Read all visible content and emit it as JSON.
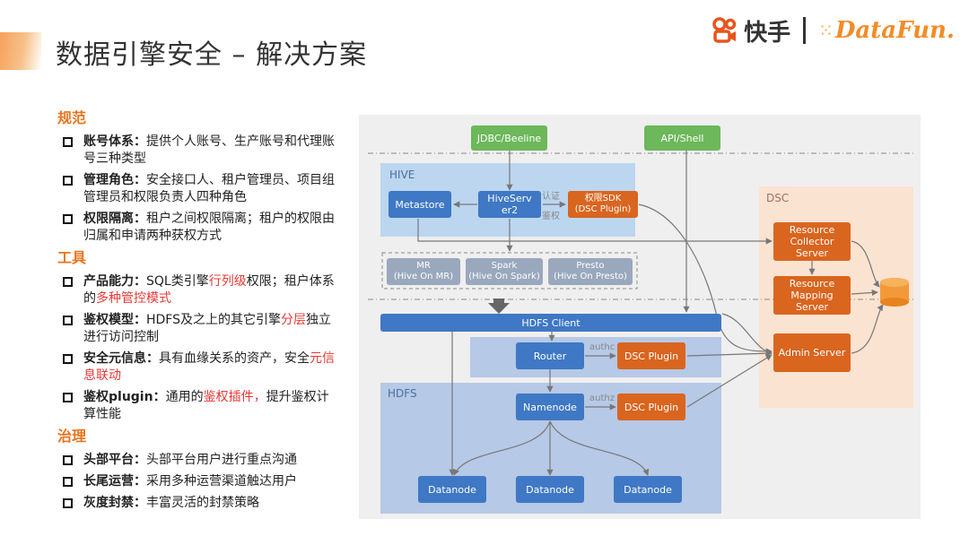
{
  "page": {
    "title": "数据引擎安全 – 解决方案"
  },
  "brand": {
    "kuaishou": "快手",
    "datafun": "DataFun."
  },
  "sections": [
    {
      "heading": "规范",
      "items": [
        {
          "label": "账号体系：",
          "text": [
            {
              "t": "提供个人账号、生产账号和代理账号三种类型"
            }
          ]
        },
        {
          "label": "管理角色：",
          "text": [
            {
              "t": "安全接口人、租户管理员、项目组管理员和权限负责人四种角色"
            }
          ]
        },
        {
          "label": "权限隔离：",
          "text": [
            {
              "t": "租户之间权限隔离；租户的权限由归属和申请两种获权方式"
            }
          ]
        }
      ]
    },
    {
      "heading": "工具",
      "items": [
        {
          "label": "产品能力：",
          "text": [
            {
              "t": "SQL类引擎"
            },
            {
              "t": "行列级",
              "red": true
            },
            {
              "t": "权限；租户体系的"
            },
            {
              "t": "多种管控模式",
              "red": true
            }
          ]
        },
        {
          "label": "鉴权模型：",
          "text": [
            {
              "t": "HDFS及之上的其它引擎"
            },
            {
              "t": "分层",
              "red": true
            },
            {
              "t": "独立进行访问控制"
            }
          ]
        },
        {
          "label": "安全元信息：",
          "text": [
            {
              "t": "具有血缘关系的资产，安全"
            },
            {
              "t": "元信息联动",
              "red": true
            }
          ]
        },
        {
          "label": "鉴权plugin：",
          "text": [
            {
              "t": "通用的"
            },
            {
              "t": "鉴权插件，",
              "red": true
            },
            {
              "t": "提升鉴权计算性能"
            }
          ]
        }
      ]
    },
    {
      "heading": "治理",
      "items": [
        {
          "label": "头部平台：",
          "text": [
            {
              "t": "头部平台用户进行重点沟通"
            }
          ]
        },
        {
          "label": "长尾运营：",
          "text": [
            {
              "t": "采用多种运营渠道触达用户"
            }
          ]
        },
        {
          "label": "灰度封禁：",
          "text": [
            {
              "t": "丰富灵活的封禁策略"
            }
          ]
        }
      ]
    }
  ],
  "diagram": {
    "zones": {
      "hive": "HIVE",
      "dsc": "DSC",
      "hdfs": "HDFS"
    },
    "nodes": {
      "jdbc": "JDBC/Beeline",
      "api": "API/Shell",
      "metastore": "Metastore",
      "hiveserver": "HiveServ\ner2",
      "authsdk": "权限SDK\n(DSC Plugin)",
      "mr": "MR\n(Hive On MR)",
      "spark": "Spark\n(Hive On Spark)",
      "presto": "Presto\n(Hive On Presto)",
      "hdfs_client": "HDFS Client",
      "router": "Router",
      "router_plugin": "DSC Plugin",
      "namenode": "Namenode",
      "namenode_plugin": "DSC Plugin",
      "datanode1": "Datanode",
      "datanode2": "Datanode",
      "datanode3": "Datanode",
      "collector": "Resource\nCollector\nServer",
      "mapping": "Resource\nMapping\nServer",
      "admin": "Admin Server"
    },
    "labels": {
      "auth": "认证",
      "authz_cn": "鉴权",
      "authc": "authc",
      "authz": "authz"
    },
    "colors": {
      "green": "#6cb85a",
      "blue": "#3f78c4",
      "orange": "#d9651f",
      "hive_zone": "#bcd6ef",
      "dsc_zone": "#fbe3d1",
      "hdfs_zone": "#b6c9e6"
    }
  }
}
